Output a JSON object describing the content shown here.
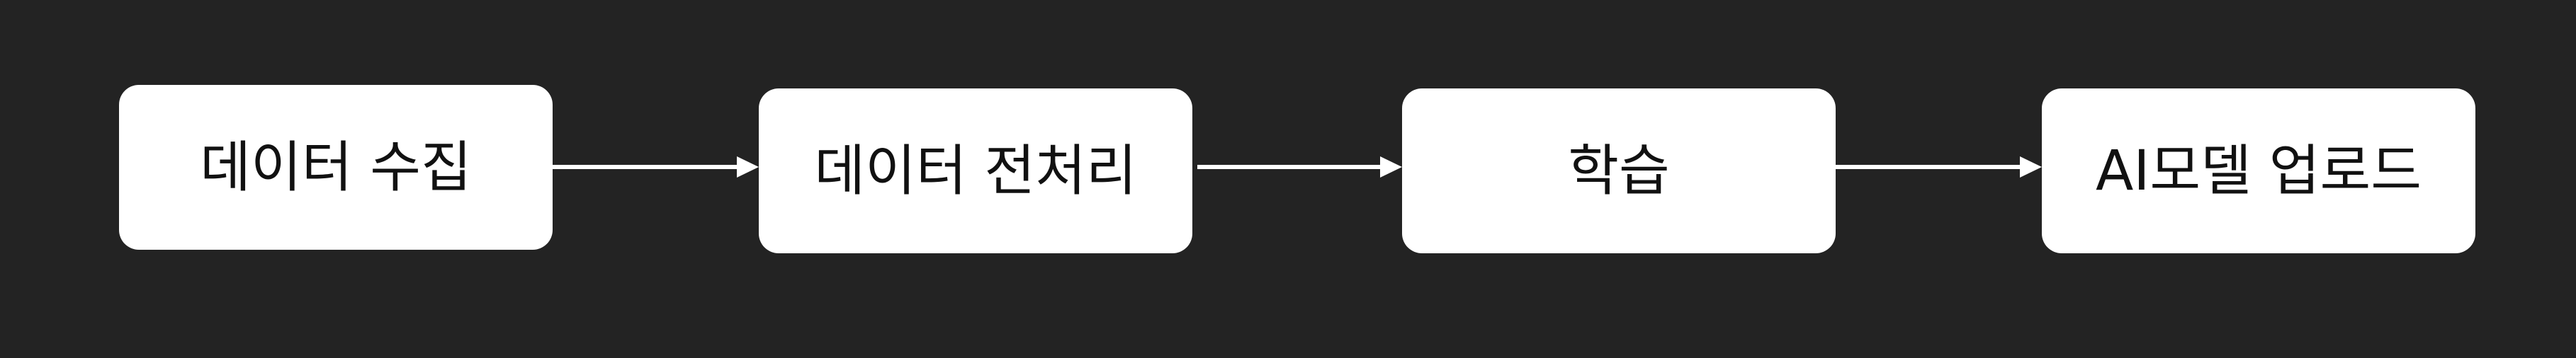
{
  "diagram": {
    "steps": [
      {
        "label": "데이터 수집"
      },
      {
        "label": "데이터 전처리"
      },
      {
        "label": "학습"
      },
      {
        "label": "AI모델 업로드"
      }
    ],
    "colors": {
      "background": "#232323",
      "box": "#ffffff",
      "text": "#111111",
      "arrow": "#ffffff"
    }
  }
}
